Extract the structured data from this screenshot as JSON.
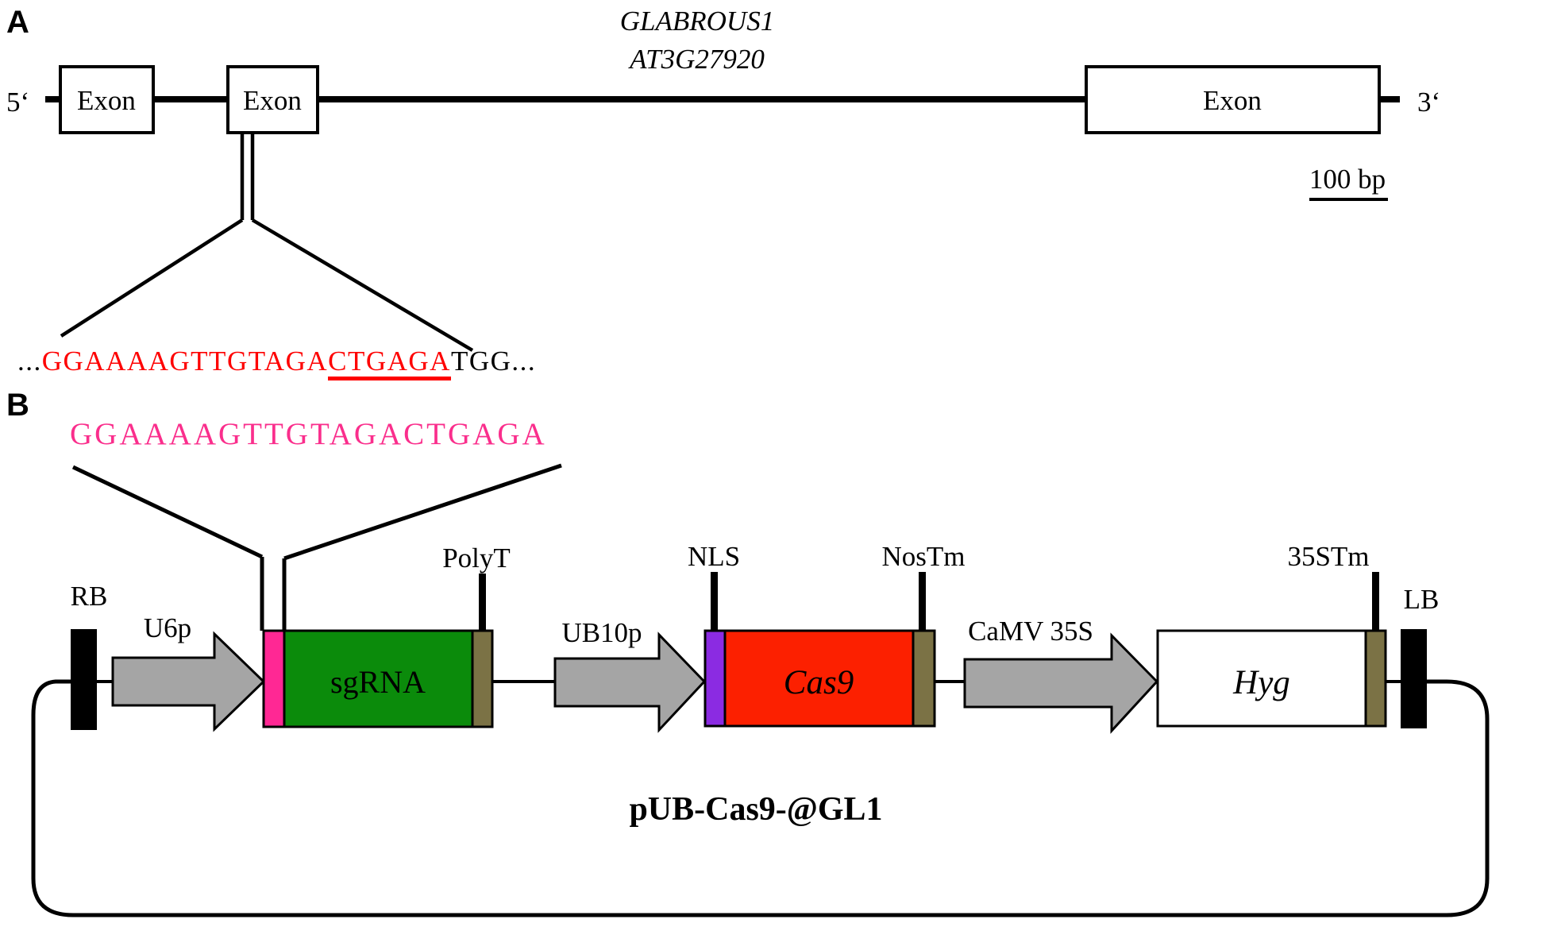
{
  "panel_a": {
    "label": "A",
    "gene_name_line1": "GLABROUS1",
    "gene_name_line2": "AT3G27920",
    "five_prime": "5‘",
    "three_prime": "3‘",
    "exon1_label": "Exon",
    "exon2_label": "Exon",
    "exon3_label": "Exon",
    "scale_bar_label": "100 bp",
    "sequence": {
      "prefix": "...",
      "red_part": "GGAAAAGTTGTAGA",
      "red_underlined_part": "CTGAGA",
      "suffix": "TGG..."
    }
  },
  "panel_b": {
    "label": "B",
    "protospacer_sequence": "GGAAAAGTTGTAGACTGAGA",
    "plasmid_name": "pUB-Cas9-@GL1",
    "elements": {
      "right_border": "RB",
      "u6_promoter": "U6p",
      "sgrna": "sgRNA",
      "poly_t": "PolyT",
      "ub10_promoter": "UB10p",
      "nls": "NLS",
      "cas9": "Cas9",
      "nos_terminator": "NosTm",
      "camv_promoter": "CaMV 35S",
      "hygromycin": "Hyg",
      "s35_terminator": "35STm",
      "left_border": "LB"
    }
  },
  "colors": {
    "red_sequence": "#FE0000",
    "magenta_sequence": "#FA2E8C",
    "target_pink": "#FF2894",
    "sgrna_green": "#0B8B0B",
    "terminator_olive": "#7B7245",
    "nls_purple": "#8B2BE2",
    "cas9_red": "#FC2000",
    "promoter_gray": "#A5A5A5",
    "border_black": "#000000",
    "box_white": "#FFFFFF"
  }
}
